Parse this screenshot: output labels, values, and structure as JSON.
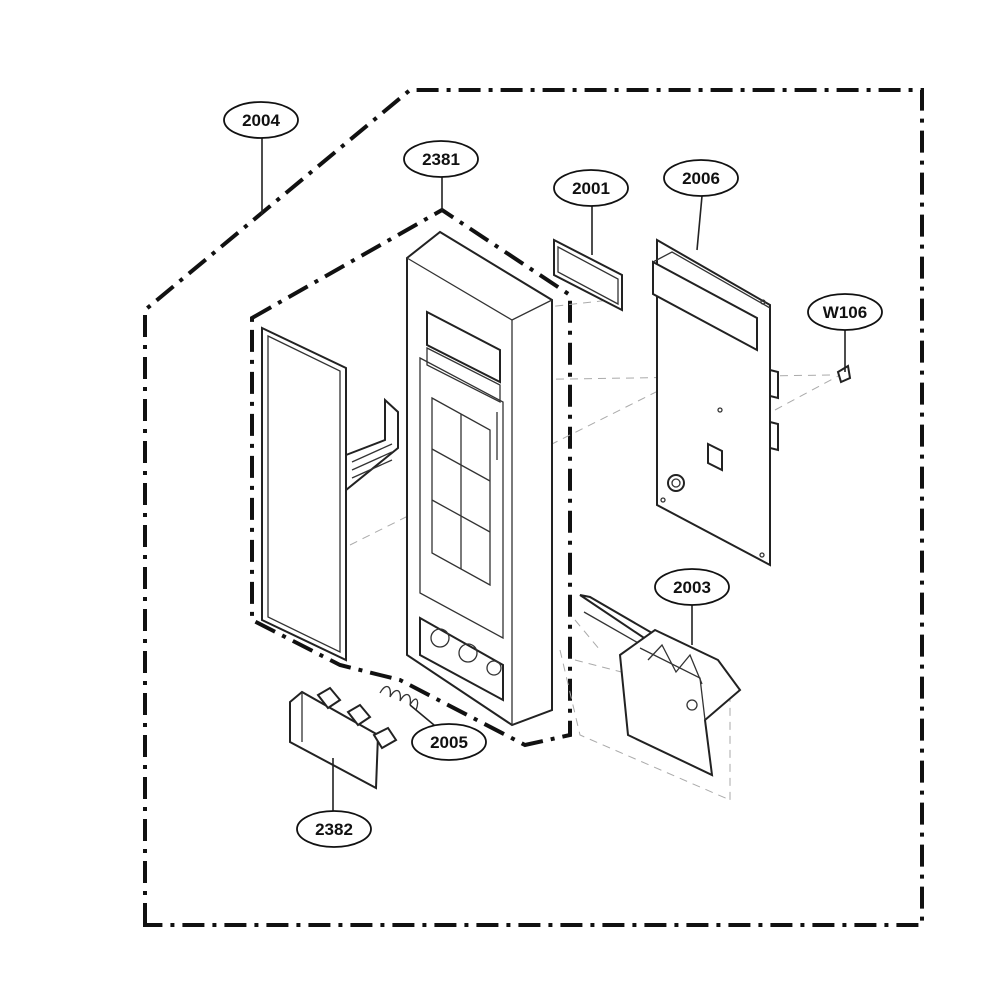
{
  "callouts": [
    {
      "id": "c2004",
      "label": "2004"
    },
    {
      "id": "c2381",
      "label": "2381"
    },
    {
      "id": "c2001",
      "label": "2001"
    },
    {
      "id": "c2006",
      "label": "2006"
    },
    {
      "id": "cW106",
      "label": "W106"
    },
    {
      "id": "c2003",
      "label": "2003"
    },
    {
      "id": "c2005",
      "label": "2005"
    },
    {
      "id": "c2382",
      "label": "2382"
    }
  ]
}
